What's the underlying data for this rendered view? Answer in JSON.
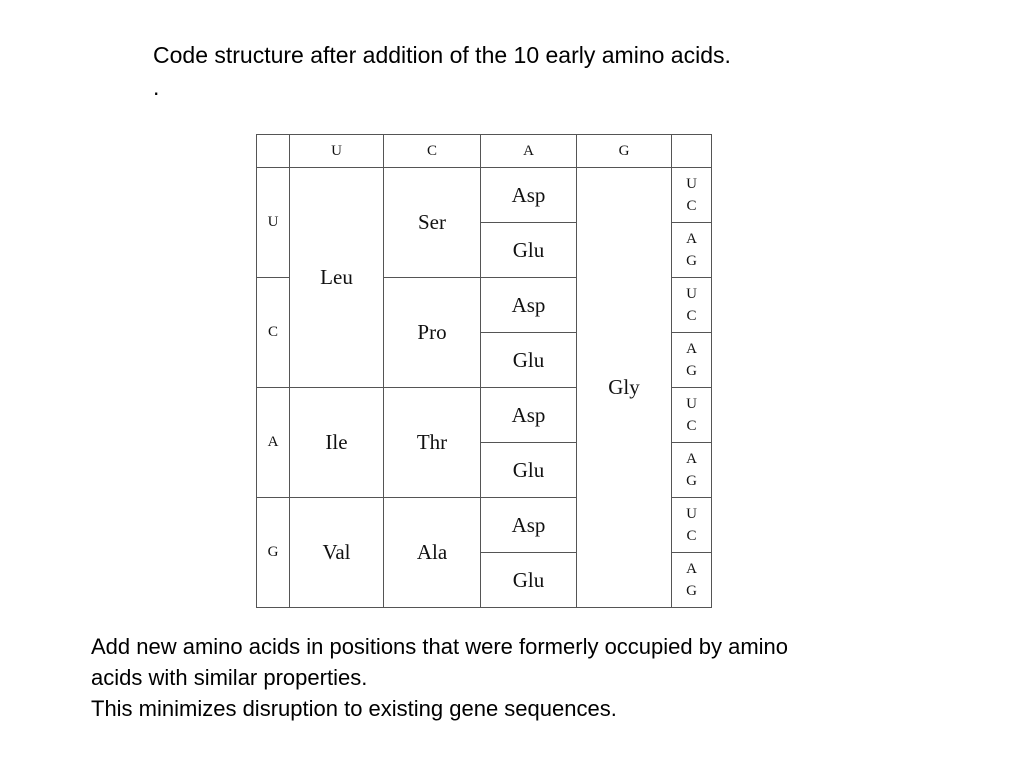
{
  "title": "Code structure after addition of the 10 early amino acids.",
  "title_dot": ".",
  "table": {
    "header": [
      "",
      "U",
      "C",
      "A",
      "G",
      ""
    ],
    "first_base": [
      "U",
      "C",
      "A",
      "G"
    ],
    "col_u": [
      "Leu",
      "Ile",
      "Val"
    ],
    "col_c": [
      "Ser",
      "Pro",
      "Thr",
      "Ala"
    ],
    "col_a": [
      "Asp",
      "Glu",
      "Asp",
      "Glu",
      "Asp",
      "Glu",
      "Asp",
      "Glu"
    ],
    "col_g": "Gly",
    "third_base": [
      [
        "U",
        "C"
      ],
      [
        "A",
        "G"
      ],
      [
        "U",
        "C"
      ],
      [
        "A",
        "G"
      ],
      [
        "U",
        "C"
      ],
      [
        "A",
        "G"
      ],
      [
        "U",
        "C"
      ],
      [
        "A",
        "G"
      ]
    ]
  },
  "footer": {
    "line1": "Add new amino acids in positions that were formerly occupied by amino",
    "line2": "acids with similar properties.",
    "line3": "This minimizes disruption to existing gene sequences."
  }
}
